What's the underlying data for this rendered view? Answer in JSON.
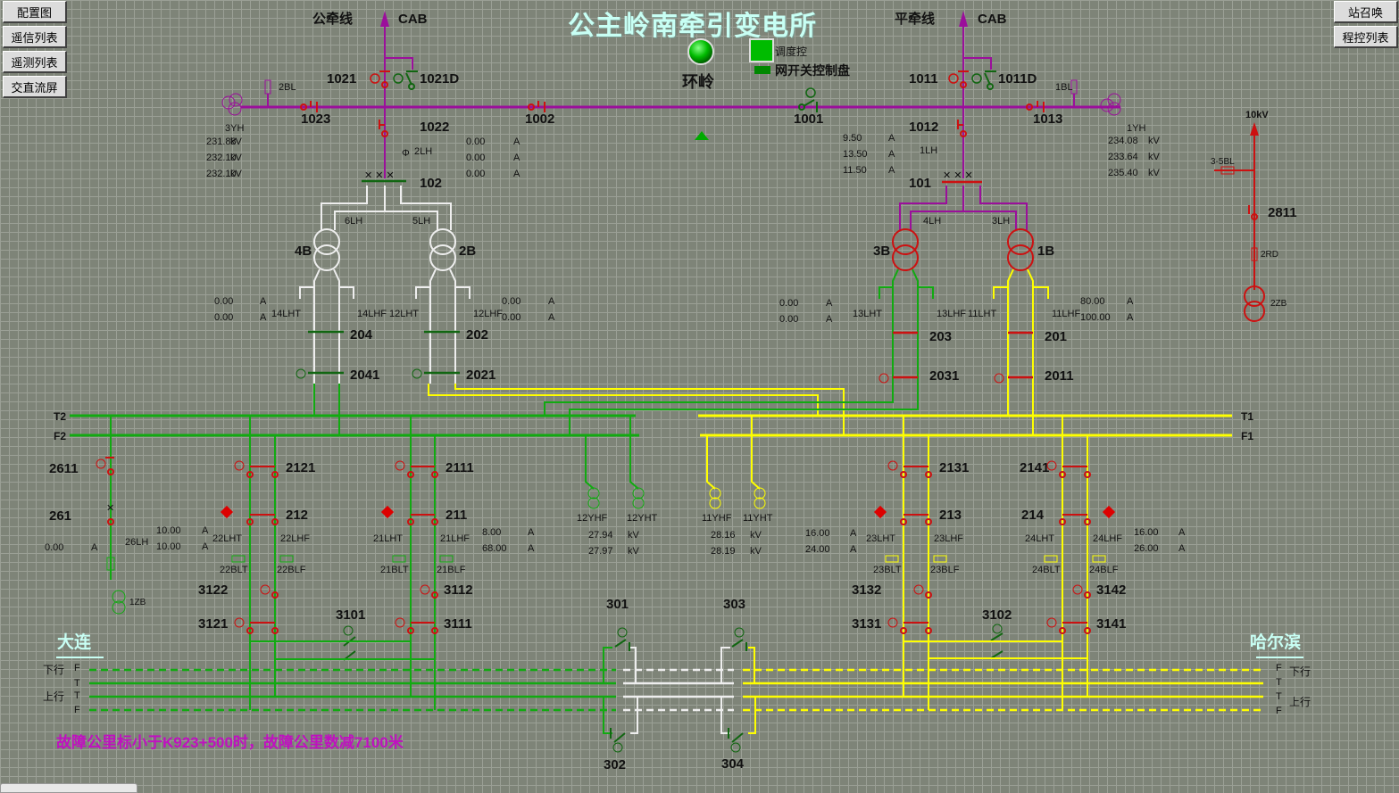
{
  "title": "公主岭南牵引变电所",
  "left_buttons": [
    "配置图",
    "遥信列表",
    "遥测列表",
    "交直流屏"
  ],
  "right_buttons": [
    "站召唤",
    "程控列表"
  ],
  "status": {
    "indicator_label": "环岭",
    "dispatch_label": "调度控",
    "panel_label": "网开关控制盘"
  },
  "colors": {
    "hv": "#9b0f9b",
    "breaker": "#cc1111",
    "green_bus": "#118811",
    "yellow_bus": "#f0f000",
    "white": "#f0f0f0",
    "dark_green": "#116611"
  },
  "lines": {
    "left_line": "公牵线",
    "right_line": "平牵线",
    "cab": "CAB",
    "k10": "10kV"
  },
  "switches": {
    "s1021": "1021",
    "s1021D": "1021D",
    "s1023": "1023",
    "s1022": "1022",
    "s1002": "1002",
    "s1001": "1001",
    "s1011": "1011",
    "s1011D": "1011D",
    "s1012": "1012",
    "s1013": "1013",
    "s102": "102",
    "s101": "101",
    "s2811": "2811",
    "s204": "204",
    "s202": "202",
    "s203": "203",
    "s201": "201",
    "s2041": "2041",
    "s2021": "2021",
    "s2031": "2031",
    "s2011": "2011",
    "s2611": "2611",
    "s261": "261",
    "s2121": "2121",
    "s2111": "2111",
    "s212": "212",
    "s211": "211",
    "s2131": "2131",
    "s2141": "2141",
    "s213": "213",
    "s214": "214",
    "s3122": "3122",
    "s3112": "3112",
    "s3121": "3121",
    "s3111": "3111",
    "s3101": "3101",
    "s3132": "3132",
    "s3142": "3142",
    "s3131": "3131",
    "s3141": "3141",
    "s3102": "3102",
    "s301": "301",
    "s302": "302",
    "s303": "303",
    "s304": "304"
  },
  "devices": {
    "yh3": "3YH",
    "yh1": "1YH",
    "bl2": "2BL",
    "bl1": "1BL",
    "lh2": "2LH",
    "lh1": "1LH",
    "bl35": "3-5BL",
    "rd2": "2RD",
    "zb2": "2ZB",
    "b4": "4B",
    "b2": "2B",
    "b3": "3B",
    "b1": "1B",
    "lh6": "6LH",
    "lh5": "5LH",
    "lh4": "4LH",
    "lh3": "3LH",
    "lh14t": "14LHT",
    "lh14f": "14LHF",
    "lh12t": "12LHT",
    "lh12f": "12LHF",
    "lh13t": "13LHT",
    "lh13f": "13LHF",
    "lh11t": "11LHT",
    "lh11f": "11LHF",
    "lh26": "26LH",
    "zb1": "1ZB",
    "lh22t": "22LHT",
    "lh22f": "22LHF",
    "bl22t": "22BLT",
    "bl22f": "22BLF",
    "lh21t": "21LHT",
    "lh21f": "21LHF",
    "bl21t": "21BLT",
    "bl21f": "21BLF",
    "lh23t": "23LHT",
    "lh23f": "23LHF",
    "bl23t": "23BLT",
    "bl23f": "23BLF",
    "lh24t": "24LHT",
    "lh24f": "24LHF",
    "bl24t": "24BLT",
    "bl24f": "24BLF",
    "yhf12": "12YHF",
    "yht12": "12YHT",
    "yhf11": "11YHF",
    "yht11": "11YHT"
  },
  "buses": {
    "T2": "T2",
    "F2": "F2",
    "T1": "T1",
    "F1": "F1"
  },
  "feeders": {
    "left_station": "大连",
    "right_station": "哈尔滨",
    "down": "下行",
    "up": "上行",
    "F": "F",
    "T": "T"
  },
  "measurements": {
    "yh3": [
      {
        "v": "231.88",
        "u": "kV"
      },
      {
        "v": "232.10",
        "u": "kV"
      },
      {
        "v": "232.10",
        "u": "kV"
      }
    ],
    "i102": [
      {
        "v": "0.00",
        "u": "A"
      },
      {
        "v": "0.00",
        "u": "A"
      },
      {
        "v": "0.00",
        "u": "A"
      }
    ],
    "i101": [
      {
        "v": "9.50",
        "u": "A"
      },
      {
        "v": "13.50",
        "u": "A"
      },
      {
        "v": "11.50",
        "u": "A"
      }
    ],
    "yh1": [
      {
        "v": "234.08",
        "u": "kV"
      },
      {
        "v": "233.64",
        "u": "kV"
      },
      {
        "v": "235.40",
        "u": "kV"
      }
    ],
    "i204": [
      {
        "v": "0.00",
        "u": "A"
      },
      {
        "v": "0.00",
        "u": "A"
      }
    ],
    "i202": [
      {
        "v": "0.00",
        "u": "A"
      },
      {
        "v": "0.00",
        "u": "A"
      }
    ],
    "i203": [
      {
        "v": "0.00",
        "u": "A"
      },
      {
        "v": "0.00",
        "u": "A"
      }
    ],
    "i201": [
      {
        "v": "80.00",
        "u": "A"
      },
      {
        "v": "100.00",
        "u": "A"
      }
    ],
    "i261": [
      {
        "v": "0.00",
        "u": "A"
      }
    ],
    "i212": [
      {
        "v": "10.00",
        "u": "A"
      },
      {
        "v": "10.00",
        "u": "A"
      }
    ],
    "i211": [
      {
        "v": "8.00",
        "u": "A"
      },
      {
        "v": "68.00",
        "u": "A"
      }
    ],
    "u12": [
      {
        "v": "27.94",
        "u": "kV"
      },
      {
        "v": "27.97",
        "u": "kV"
      }
    ],
    "u11": [
      {
        "v": "28.16",
        "u": "kV"
      },
      {
        "v": "28.19",
        "u": "kV"
      }
    ],
    "i213": [
      {
        "v": "16.00",
        "u": "A"
      },
      {
        "v": "24.00",
        "u": "A"
      }
    ],
    "i214": [
      {
        "v": "16.00",
        "u": "A"
      },
      {
        "v": "26.00",
        "u": "A"
      }
    ]
  },
  "notice": "故障公里标小于K923+500时，故障公里数减7100米"
}
